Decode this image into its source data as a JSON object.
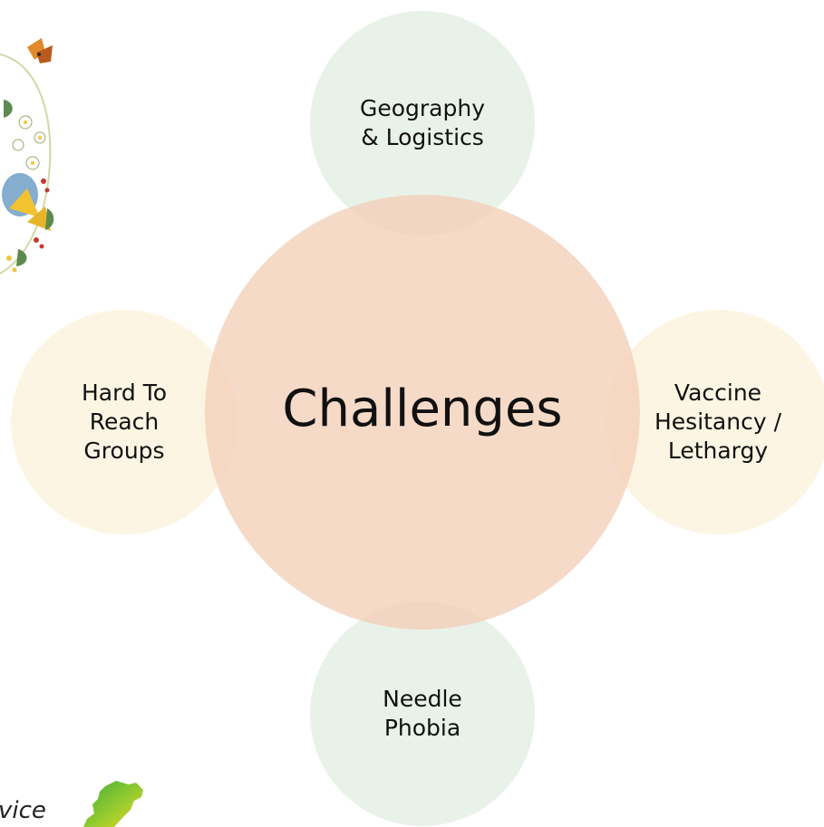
{
  "diagram": {
    "center": {
      "label": "Challenges"
    },
    "satellites": {
      "top": {
        "lines": [
          "Geography",
          "& Logistics"
        ]
      },
      "right": {
        "lines": [
          "Vaccine",
          "Hesitancy /",
          "Lethargy"
        ]
      },
      "bottom": {
        "lines": [
          "Needle",
          "Phobia"
        ]
      },
      "left": {
        "lines": [
          "Hard To",
          "Reach",
          "Groups"
        ]
      }
    },
    "colors": {
      "center_fill": "#F4D0B8",
      "green_fill": "#E0ECDE",
      "cream_fill": "#FDF3DE"
    }
  },
  "footer": {
    "partial_text": "vice"
  },
  "decor": {
    "top_left": "floral-illustration",
    "bottom_left": "green-map-emblem"
  }
}
